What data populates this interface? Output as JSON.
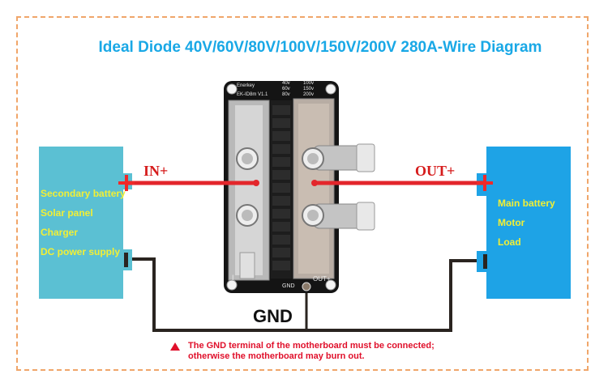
{
  "title": "Ideal Diode 40V/60V/80V/100V/150V/200V 280A-Wire Diagram",
  "colors": {
    "title": "#19a8e6",
    "source_box": "#5bc0d3",
    "load_box": "#1ea3e6",
    "positive_wire": "#e3262b",
    "ground_wire": "#2a2420",
    "box_label": "#f2ef35",
    "warning": "#e0102b",
    "frame_dash": "#f0a66a"
  },
  "source": {
    "labels": [
      "Secondary battery",
      "Solar panel",
      "Charger",
      "DC power supply"
    ],
    "positive_terminal_icon": "plus-icon",
    "negative_terminal_icon": "minus-icon"
  },
  "load": {
    "labels": [
      "Main battery",
      "Motor",
      "Load"
    ],
    "positive_terminal_icon": "plus-icon",
    "negative_terminal_icon": "minus-icon"
  },
  "connections": {
    "in_label": "IN+",
    "out_label": "OUT+",
    "gnd_label": "GND"
  },
  "board": {
    "brand": "Enerkey",
    "model": "EK-ID8m V1.1",
    "voltage_options": [
      "40v",
      "60v",
      "80v",
      "100v",
      "150v",
      "200v"
    ],
    "silk_in": "I",
    "silk_gnd": "GND",
    "silk_out": "OUT+"
  },
  "warning": {
    "icon": "warning-triangle-icon",
    "line1": "The GND terminal of the motherboard must be connected;",
    "line2": "otherwise the motherboard may burn out."
  }
}
